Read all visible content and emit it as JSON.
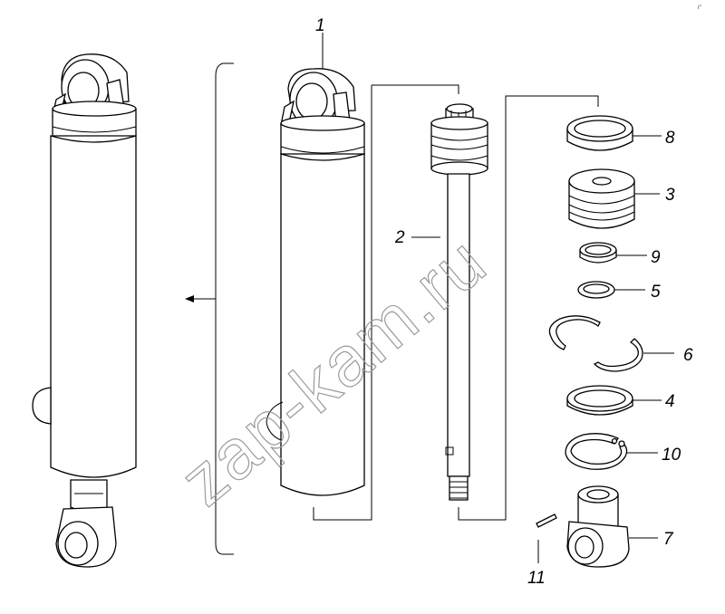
{
  "corner_code": "r\"",
  "watermark": "zap-kam.ru",
  "callouts": [
    {
      "id": "1",
      "text": "1"
    },
    {
      "id": "2",
      "text": "2"
    },
    {
      "id": "3",
      "text": "3"
    },
    {
      "id": "4",
      "text": "4"
    },
    {
      "id": "5",
      "text": "5"
    },
    {
      "id": "6",
      "text": "6"
    },
    {
      "id": "7",
      "text": "7"
    },
    {
      "id": "8",
      "text": "8"
    },
    {
      "id": "9",
      "text": "9"
    },
    {
      "id": "10",
      "text": "10"
    },
    {
      "id": "11",
      "text": "11"
    }
  ]
}
